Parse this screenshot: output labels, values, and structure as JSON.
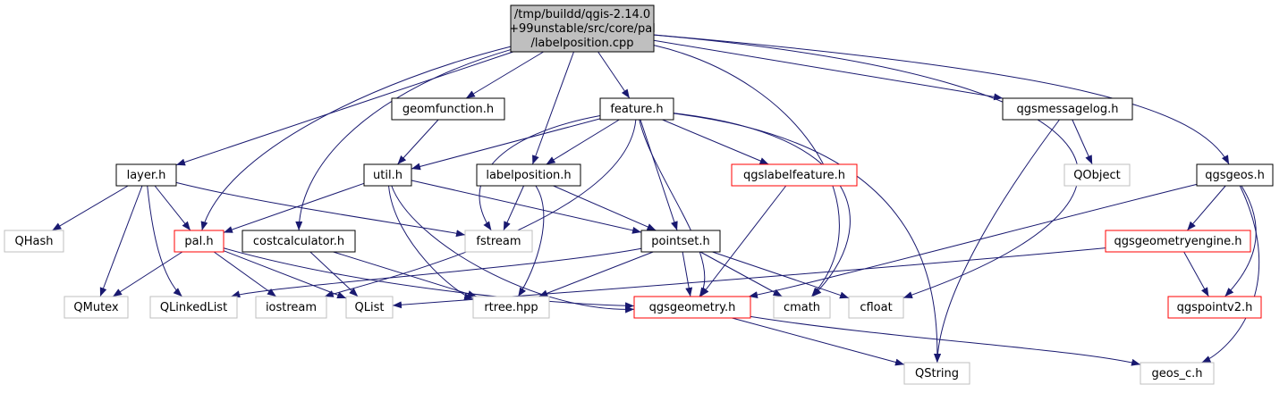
{
  "colors": {
    "edge": "#191970",
    "root_fill": "#bfbfbf",
    "border_black": "#000000",
    "border_red": "#ff0000",
    "border_gray": "#bfbfbf",
    "text": "#000000"
  },
  "nodes": [
    {
      "id": "labelposition_cpp",
      "lines": [
        "/tmp/buildd/qgis-2.14.0",
        "+99unstable/src/core/pal",
        "/labelposition.cpp"
      ],
      "style": "root"
    },
    {
      "id": "geomfunction_h",
      "lines": [
        "geomfunction.h"
      ],
      "style": "black"
    },
    {
      "id": "feature_h",
      "lines": [
        "feature.h"
      ],
      "style": "black"
    },
    {
      "id": "qgsmessagelog_h",
      "lines": [
        "qgsmessagelog.h"
      ],
      "style": "black"
    },
    {
      "id": "layer_h",
      "lines": [
        "layer.h"
      ],
      "style": "black"
    },
    {
      "id": "util_h",
      "lines": [
        "util.h"
      ],
      "style": "black"
    },
    {
      "id": "labelposition_h",
      "lines": [
        "labelposition.h"
      ],
      "style": "black"
    },
    {
      "id": "qgslabelfeature_h",
      "lines": [
        "qgslabelfeature.h"
      ],
      "style": "red"
    },
    {
      "id": "QObject",
      "lines": [
        "QObject"
      ],
      "style": "gray"
    },
    {
      "id": "qgsgeos_h",
      "lines": [
        "qgsgeos.h"
      ],
      "style": "black"
    },
    {
      "id": "QHash",
      "lines": [
        "QHash"
      ],
      "style": "gray"
    },
    {
      "id": "pal_h",
      "lines": [
        "pal.h"
      ],
      "style": "red"
    },
    {
      "id": "costcalculator_h",
      "lines": [
        "costcalculator.h"
      ],
      "style": "black"
    },
    {
      "id": "fstream",
      "lines": [
        "fstream"
      ],
      "style": "gray"
    },
    {
      "id": "pointset_h",
      "lines": [
        "pointset.h"
      ],
      "style": "black"
    },
    {
      "id": "qgsgeometryengine_h",
      "lines": [
        "qgsgeometryengine.h"
      ],
      "style": "red"
    },
    {
      "id": "QMutex",
      "lines": [
        "QMutex"
      ],
      "style": "gray"
    },
    {
      "id": "QLinkedList",
      "lines": [
        "QLinkedList"
      ],
      "style": "gray"
    },
    {
      "id": "iostream",
      "lines": [
        "iostream"
      ],
      "style": "gray"
    },
    {
      "id": "QList",
      "lines": [
        "QList"
      ],
      "style": "gray"
    },
    {
      "id": "rtree_hpp",
      "lines": [
        "rtree.hpp"
      ],
      "style": "gray"
    },
    {
      "id": "qgsgeometry_h",
      "lines": [
        "qgsgeometry.h"
      ],
      "style": "red"
    },
    {
      "id": "cmath",
      "lines": [
        "cmath"
      ],
      "style": "gray"
    },
    {
      "id": "cfloat",
      "lines": [
        "cfloat"
      ],
      "style": "gray"
    },
    {
      "id": "qgspointv2_h",
      "lines": [
        "qgspointv2.h"
      ],
      "style": "red"
    },
    {
      "id": "QString",
      "lines": [
        "QString"
      ],
      "style": "gray"
    },
    {
      "id": "geos_c_h",
      "lines": [
        "geos_c.h"
      ],
      "style": "gray"
    }
  ],
  "edges": [
    [
      "labelposition_cpp",
      "layer_h"
    ],
    [
      "labelposition_cpp",
      "pal_h"
    ],
    [
      "labelposition_cpp",
      "costcalculator_h"
    ],
    [
      "labelposition_cpp",
      "geomfunction_h"
    ],
    [
      "labelposition_cpp",
      "labelposition_h"
    ],
    [
      "labelposition_cpp",
      "feature_h"
    ],
    [
      "labelposition_cpp",
      "qgsmessagelog_h"
    ],
    [
      "labelposition_cpp",
      "qgsgeos_h"
    ],
    [
      "labelposition_cpp",
      "cfloat"
    ],
    [
      "labelposition_cpp",
      "cmath"
    ],
    [
      "geomfunction_h",
      "util_h"
    ],
    [
      "layer_h",
      "QHash"
    ],
    [
      "layer_h",
      "QMutex"
    ],
    [
      "layer_h",
      "QLinkedList"
    ],
    [
      "layer_h",
      "pal_h"
    ],
    [
      "layer_h",
      "fstream"
    ],
    [
      "util_h",
      "pal_h"
    ],
    [
      "util_h",
      "pointset_h"
    ],
    [
      "util_h",
      "rtree_hpp"
    ],
    [
      "util_h",
      "qgsgeometry_h"
    ],
    [
      "pal_h",
      "QMutex"
    ],
    [
      "pal_h",
      "iostream"
    ],
    [
      "pal_h",
      "QList"
    ],
    [
      "pal_h",
      "qgsgeometry_h"
    ],
    [
      "costcalculator_h",
      "QList"
    ],
    [
      "costcalculator_h",
      "rtree_hpp"
    ],
    [
      "feature_h",
      "util_h"
    ],
    [
      "feature_h",
      "labelposition_h"
    ],
    [
      "feature_h",
      "fstream"
    ],
    [
      "feature_h",
      "pointset_h"
    ],
    [
      "feature_h",
      "qgsgeometry_h"
    ],
    [
      "feature_h",
      "qgslabelfeature_h"
    ],
    [
      "feature_h",
      "cmath"
    ],
    [
      "feature_h",
      "QString"
    ],
    [
      "feature_h",
      "iostream"
    ],
    [
      "labelposition_h",
      "fstream"
    ],
    [
      "labelposition_h",
      "pointset_h"
    ],
    [
      "labelposition_h",
      "rtree_hpp"
    ],
    [
      "qgslabelfeature_h",
      "qgsgeometry_h"
    ],
    [
      "pointset_h",
      "QLinkedList"
    ],
    [
      "pointset_h",
      "rtree_hpp"
    ],
    [
      "pointset_h",
      "qgsgeometry_h"
    ],
    [
      "pointset_h",
      "cmath"
    ],
    [
      "pointset_h",
      "cfloat"
    ],
    [
      "qgsmessagelog_h",
      "QObject"
    ],
    [
      "qgsmessagelog_h",
      "QString"
    ],
    [
      "qgsgeos_h",
      "qgsgeometryengine_h"
    ],
    [
      "qgsgeos_h",
      "qgspointv2_h"
    ],
    [
      "qgsgeos_h",
      "geos_c_h"
    ],
    [
      "qgsgeos_h",
      "qgsgeometry_h"
    ],
    [
      "qgsgeometryengine_h",
      "qgspointv2_h"
    ],
    [
      "qgsgeometryengine_h",
      "QList"
    ],
    [
      "qgsgeometry_h",
      "QString"
    ],
    [
      "qgsgeometry_h",
      "geos_c_h"
    ]
  ]
}
